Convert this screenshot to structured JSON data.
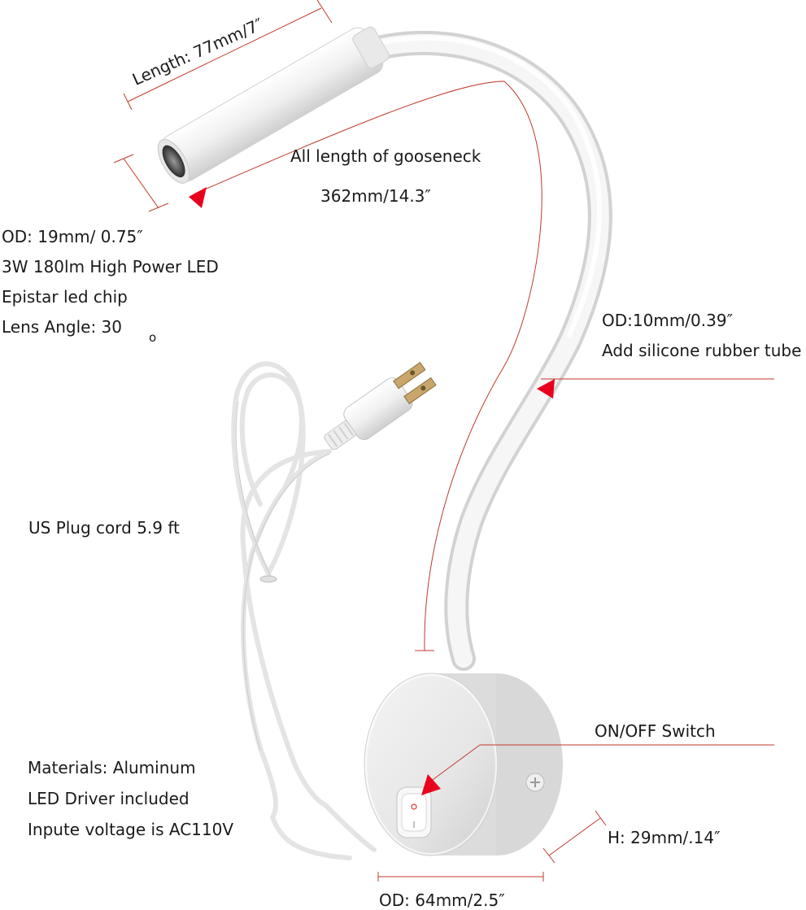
{
  "labels": {
    "length": "Length: 77mm/7″",
    "gooseneck_title": "All length of gooseneck",
    "gooseneck_len": "362mm/14.3″",
    "od_head": "OD: 19mm/ 0.75″",
    "power": "3W 180lm High Power LED",
    "chip": "Epistar led chip",
    "lens": "Lens Angle: 30",
    "degree": "o",
    "tube_od": "OD:10mm/0.39″",
    "tube_desc": "Add silicone rubber tube",
    "plug_cord": "US Plug cord  5.9 ft",
    "switch": "ON/OFF Switch",
    "materials": "Materials: Aluminum",
    "driver": "LED Driver included",
    "voltage": "Inpute voltage is AC110V",
    "height": "H: 29mm/.14″",
    "base_od": "OD: 64mm/2.5″"
  },
  "colors": {
    "annotation_red": "#c0392b",
    "arrow_red": "#e8001c",
    "lamp_white": "#f2f2f2",
    "cord_white": "#f7f7f7"
  }
}
